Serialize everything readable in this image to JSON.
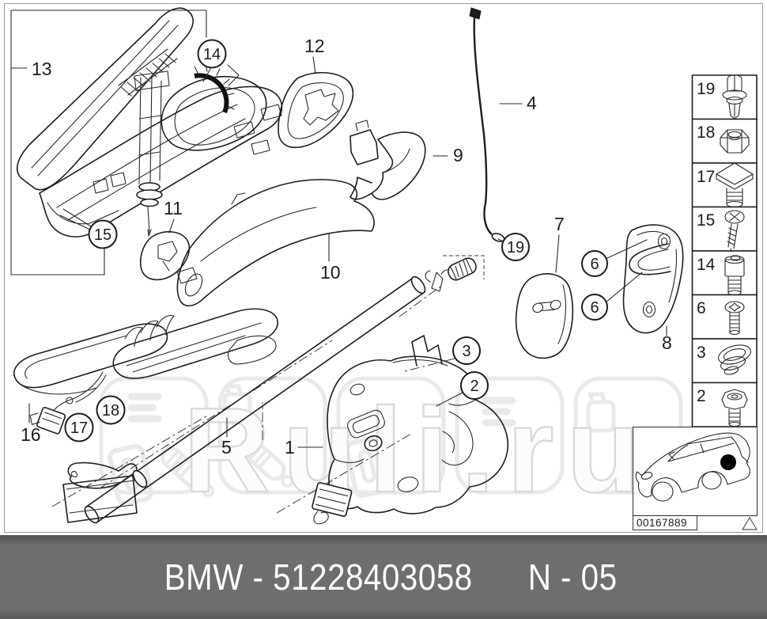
{
  "watermark": {
    "text": "Ruli.ru"
  },
  "footer": {
    "part_label": "BMW - 51228403058",
    "page_label": "N - 05"
  },
  "diagram": {
    "labels": [
      {
        "num": "13"
      },
      {
        "num": "11"
      },
      {
        "num": "12"
      },
      {
        "num": "9"
      },
      {
        "num": "10"
      },
      {
        "num": "4"
      },
      {
        "num": "7"
      },
      {
        "num": "8"
      },
      {
        "num": "5"
      },
      {
        "num": "16"
      },
      {
        "num": "1"
      }
    ],
    "callouts": [
      {
        "num": "14"
      },
      {
        "num": "15"
      },
      {
        "num": "19"
      },
      {
        "num": "6"
      },
      {
        "num": "6"
      },
      {
        "num": "3"
      },
      {
        "num": "2"
      },
      {
        "num": "18"
      },
      {
        "num": "17"
      }
    ]
  },
  "sidebar": {
    "items": [
      {
        "num": "19",
        "icon": "expansion-rivet-icon"
      },
      {
        "num": "18",
        "icon": "hex-nut-icon"
      },
      {
        "num": "17",
        "icon": "square-head-screw-icon"
      },
      {
        "num": "15",
        "icon": "phillips-screw-icon"
      },
      {
        "num": "14",
        "icon": "socket-head-bolt-icon"
      },
      {
        "num": "6",
        "icon": "torx-bolt-icon"
      },
      {
        "num": "3",
        "icon": "oval-grommet-icon"
      },
      {
        "num": "2",
        "icon": "button-head-bolt-icon"
      }
    ]
  },
  "car_panel": {
    "code": "00167889"
  }
}
